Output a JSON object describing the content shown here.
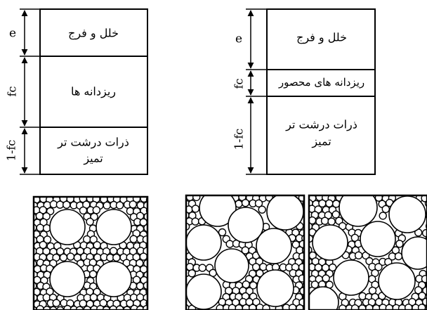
{
  "left_phase_diagram": {
    "side_labels": {
      "void": "e",
      "fines": "fc",
      "coarse": "1-fc"
    },
    "layers": {
      "void": "خلل و فرج",
      "fines": "ریزدانه ها",
      "coarse_line1": "ذرات درشت تر",
      "coarse_line2": "تمیز"
    }
  },
  "right_phase_diagram": {
    "side_labels": {
      "void": "e",
      "fines": "fc",
      "coarse": "1-fc"
    },
    "layers": {
      "void": "خلل و فرج",
      "fines": "ریزدانه های محصور",
      "coarse_line1": "ذرات درشت تر",
      "coarse_line2": "تمیز"
    }
  },
  "colors": {
    "ink": "#000000",
    "paper": "#ffffff"
  },
  "packing_illustrations": [
    {
      "name": "fines-dominated",
      "large_particles": 4
    },
    {
      "name": "coarse-dominated-a",
      "large_particles": 8
    },
    {
      "name": "coarse-dominated-b",
      "large_particles": 8
    }
  ]
}
